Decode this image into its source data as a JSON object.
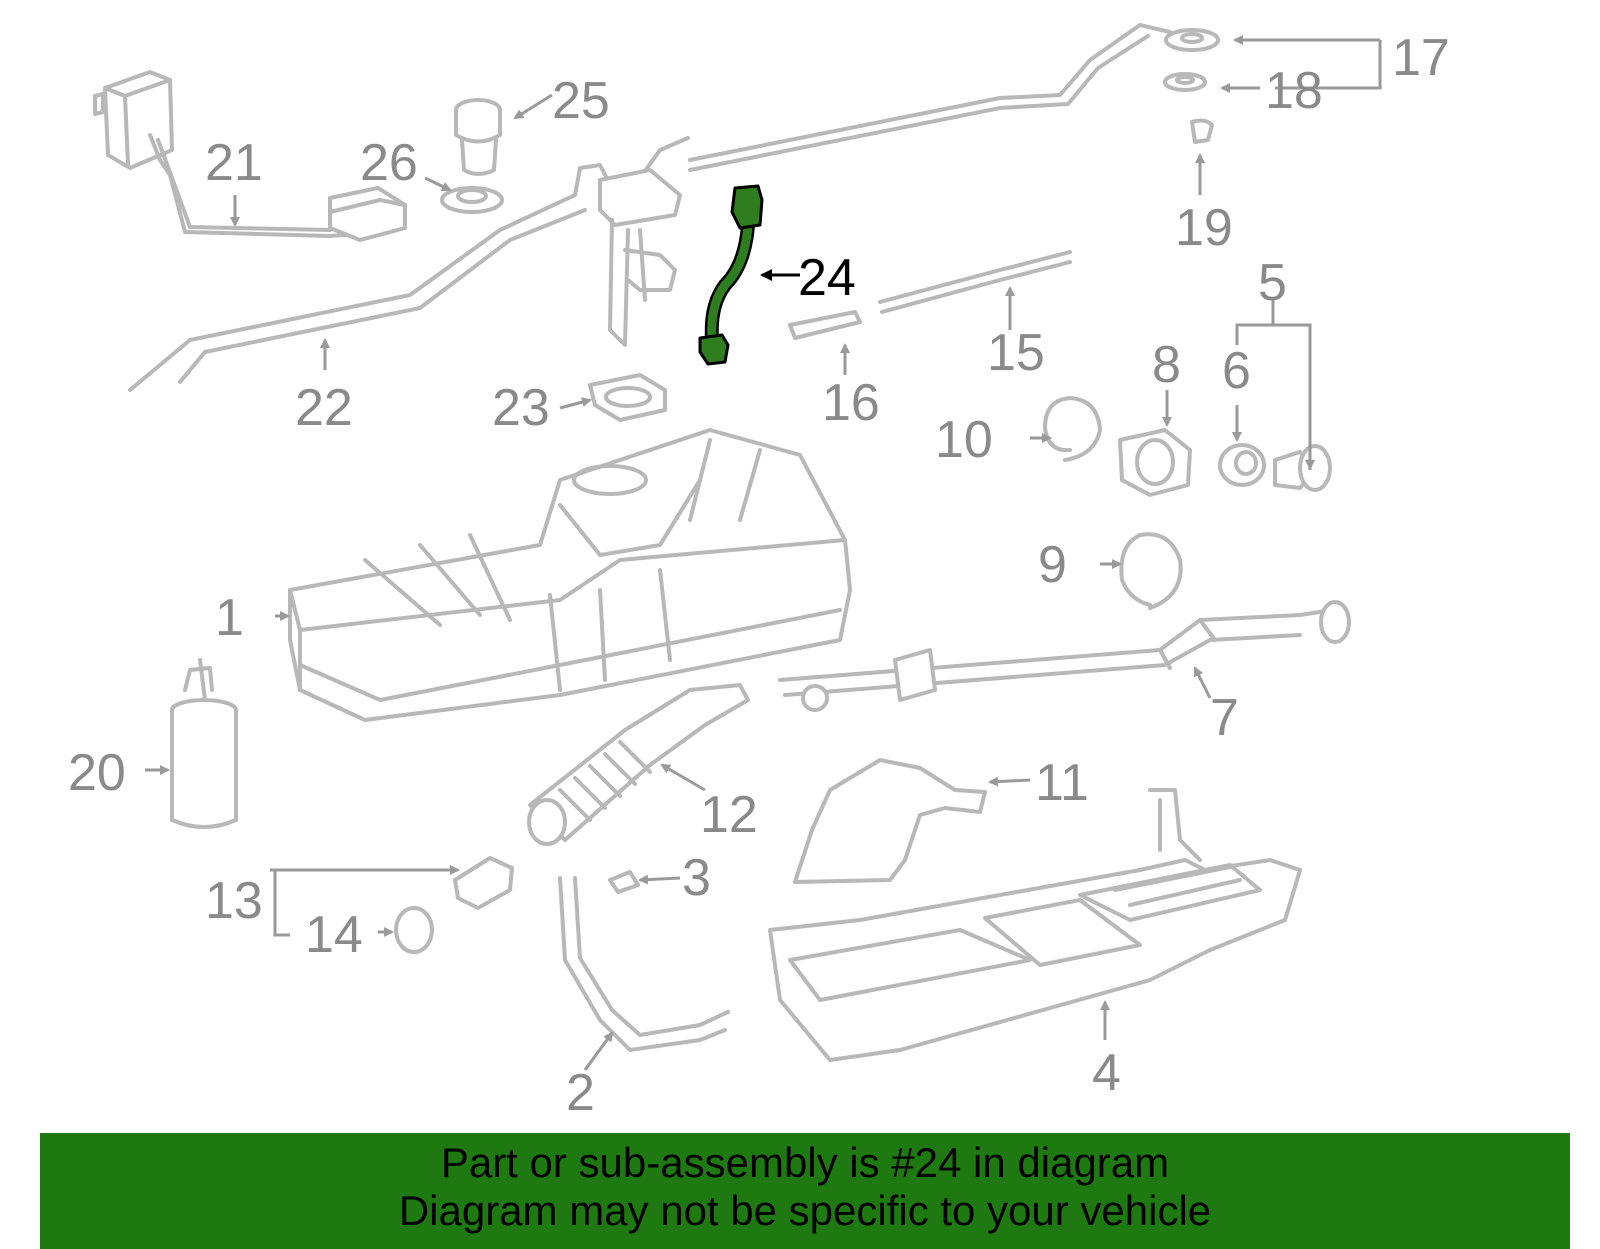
{
  "highlight": {
    "part_number": "24",
    "color": "#2e7d1e"
  },
  "callouts": {
    "c1": "1",
    "c2": "2",
    "c3": "3",
    "c4": "4",
    "c5": "5",
    "c6": "6",
    "c7": "7",
    "c8": "8",
    "c9": "9",
    "c10": "10",
    "c11": "11",
    "c12": "12",
    "c13": "13",
    "c14": "14",
    "c15": "15",
    "c16": "16",
    "c17": "17",
    "c18": "18",
    "c19": "19",
    "c20": "20",
    "c21": "21",
    "c22": "22",
    "c23": "23",
    "c24": "24",
    "c25": "25",
    "c26": "26"
  },
  "banner": {
    "line1": "Part or sub-assembly is #24 in diagram",
    "line2": "Diagram may not be specific to your vehicle",
    "background": "#1e7a10"
  }
}
